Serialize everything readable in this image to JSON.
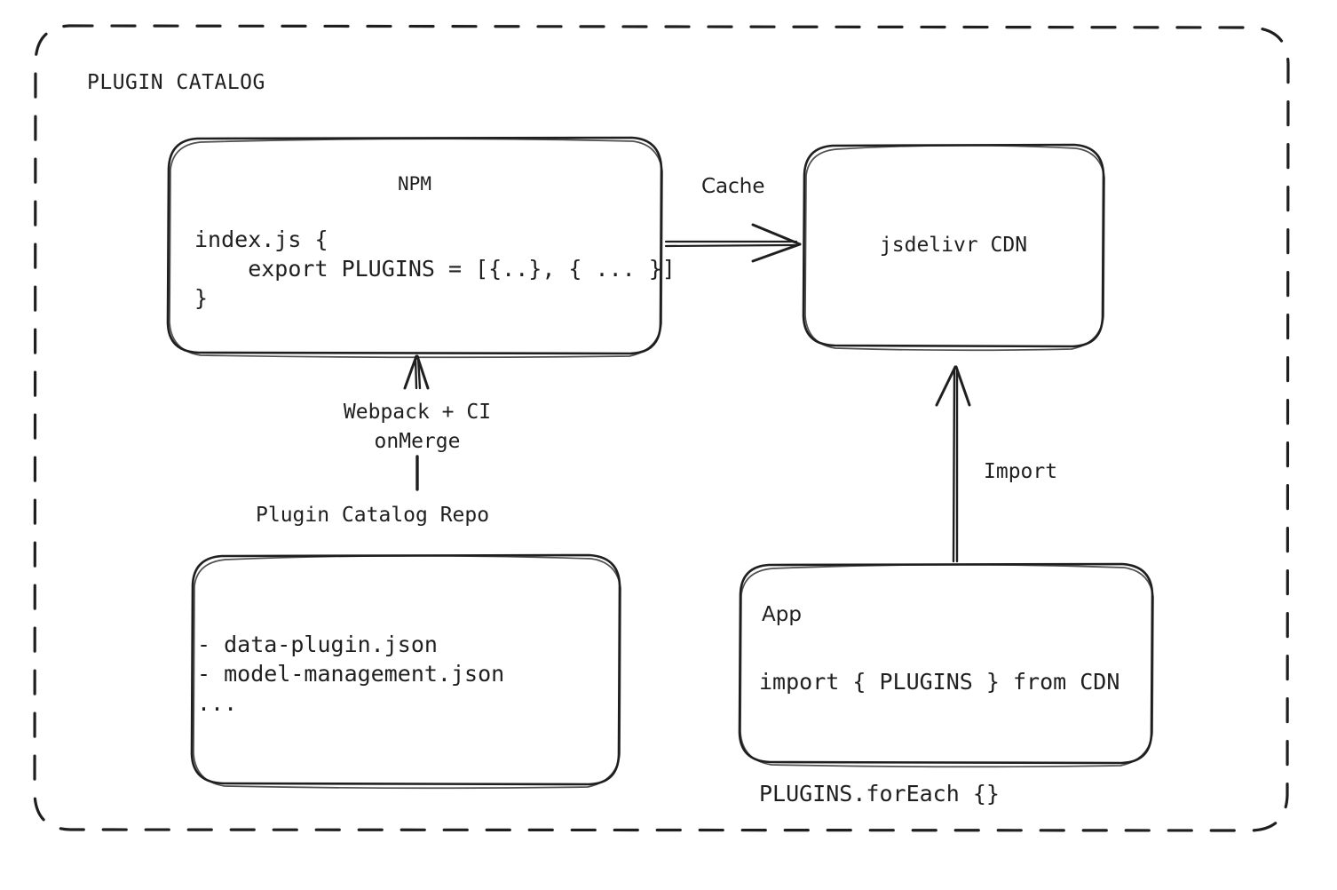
{
  "diagram": {
    "title": "PLUGIN CATALOG",
    "stroke_color": "#1f1f1f",
    "background_color": "#ffffff",
    "nodes": {
      "npm": {
        "title": "NPM",
        "code": "index.js {\n    export PLUGINS = [{..}, { ... }]\n}"
      },
      "cdn": {
        "title": "jsdelivr CDN"
      },
      "repo": {
        "caption": "Plugin Catalog Repo",
        "files": "- data-plugin.json\n- model-management.json\n..."
      },
      "app": {
        "title": "App",
        "code": "import { PLUGINS } from CDN\n\nPLUGINS.forEach {}"
      }
    },
    "edges": {
      "npm_to_cdn": "Cache",
      "repo_to_npm": "Webpack + CI\nonMerge",
      "app_to_cdn": "Import"
    }
  }
}
